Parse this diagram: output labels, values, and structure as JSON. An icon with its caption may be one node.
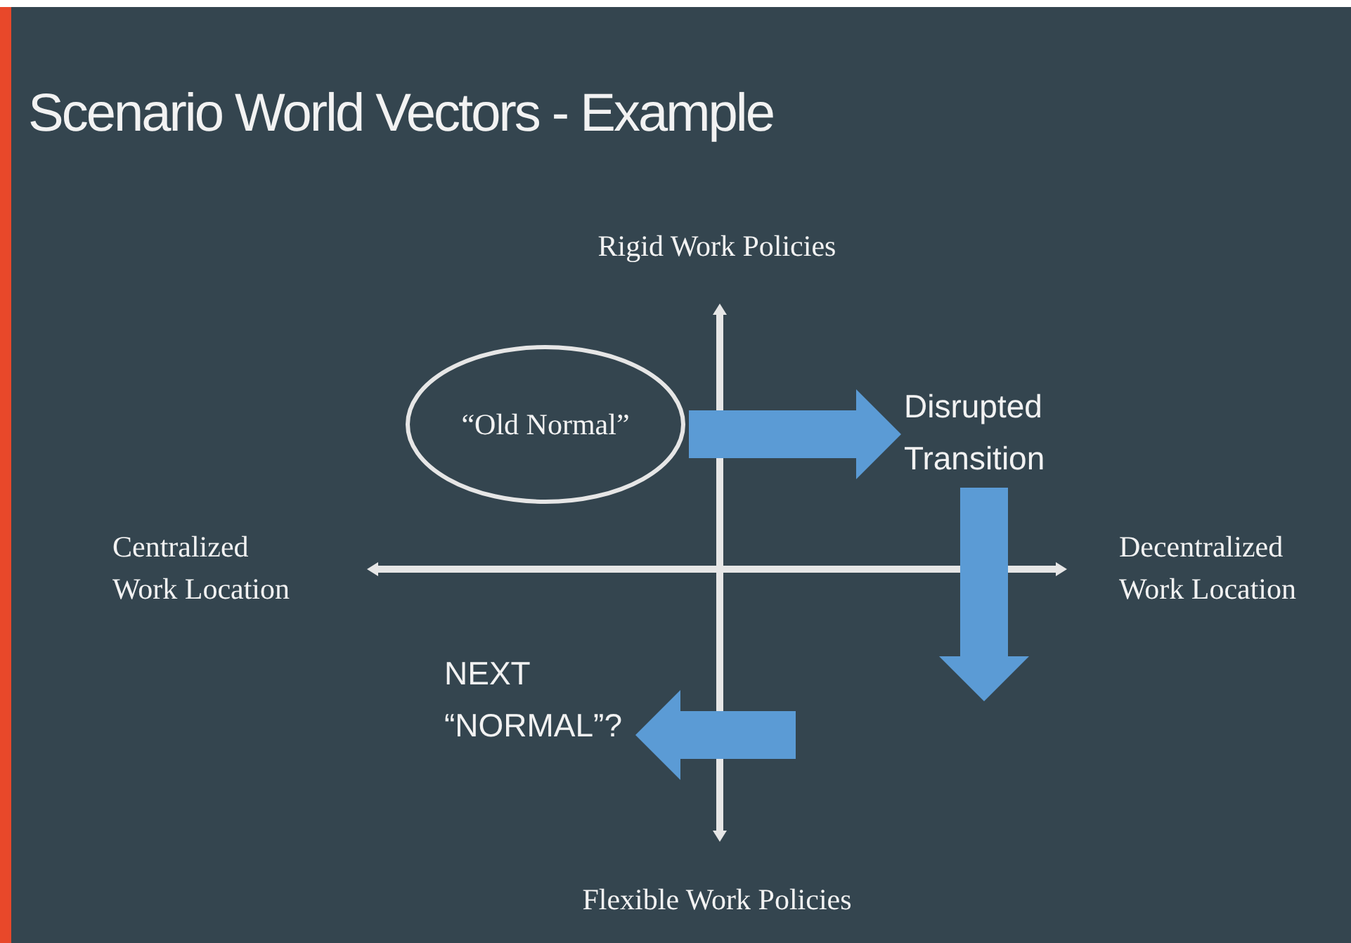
{
  "diagram": {
    "title": "Scenario World Vectors - Example",
    "nodes": [
      {
        "text": [
          "“Old Normal”"
        ]
      },
      {
        "text": [
          "Disrupted Transition"
        ]
      },
      {
        "text": [
          "NEXT “NORMAL”?"
        ]
      }
    ],
    "edges": [
      {
        "from": 0,
        "to": 1,
        "arrow": "to"
      },
      {
        "from": 1,
        "to": null,
        "arrow": "to"
      },
      {
        "from": null,
        "to": 2,
        "arrow": "to"
      }
    ],
    "labels": [
      "Rigid Work Policies",
      "Centralized Work Location",
      "Decentralized Work Location",
      "Flexible Work Policies"
    ]
  }
}
